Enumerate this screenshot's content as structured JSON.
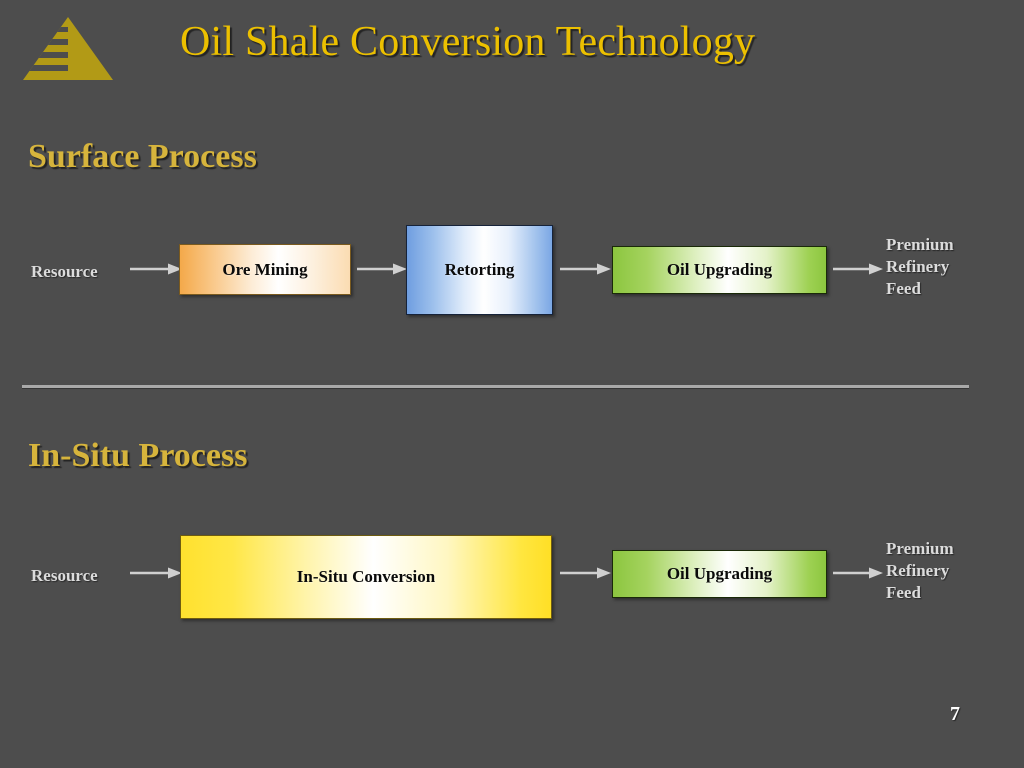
{
  "slide": {
    "title": "Oil Shale Conversion Technology",
    "page_number": "7",
    "background_color": "#4d4d4d",
    "title_color": "#ecc000",
    "heading_color": "#d6b43c",
    "label_color": "#dcdcdc"
  },
  "logo": {
    "name": "striped-pyramid-logo",
    "color": "#b29a16"
  },
  "sections": [
    {
      "heading": "Surface Process",
      "flow": {
        "input_label": "Resource",
        "output_label": "Premium\nRefinery\nFeed",
        "output_lines": [
          "Premium",
          "Refinery",
          "Feed"
        ],
        "steps": [
          {
            "label": "Ore Mining",
            "color": "#f4a94a"
          },
          {
            "label": "Retorting",
            "color": "#6f9ee0"
          },
          {
            "label": "Oil Upgrading",
            "color": "#8cc63f"
          }
        ]
      }
    },
    {
      "heading": "In-Situ Process",
      "flow": {
        "input_label": "Resource",
        "output_label": "Premium\nRefinery\nFeed",
        "output_lines": [
          "Premium",
          "Refinery",
          "Feed"
        ],
        "steps": [
          {
            "label": "In-Situ Conversion",
            "color": "#ffe12e"
          },
          {
            "label": "Oil Upgrading",
            "color": "#8cc63f"
          }
        ]
      }
    }
  ],
  "divider": {
    "color": "#a9a9a9"
  },
  "arrows": {
    "color": "#d0d0d0",
    "icon": "right-arrow-icon"
  }
}
